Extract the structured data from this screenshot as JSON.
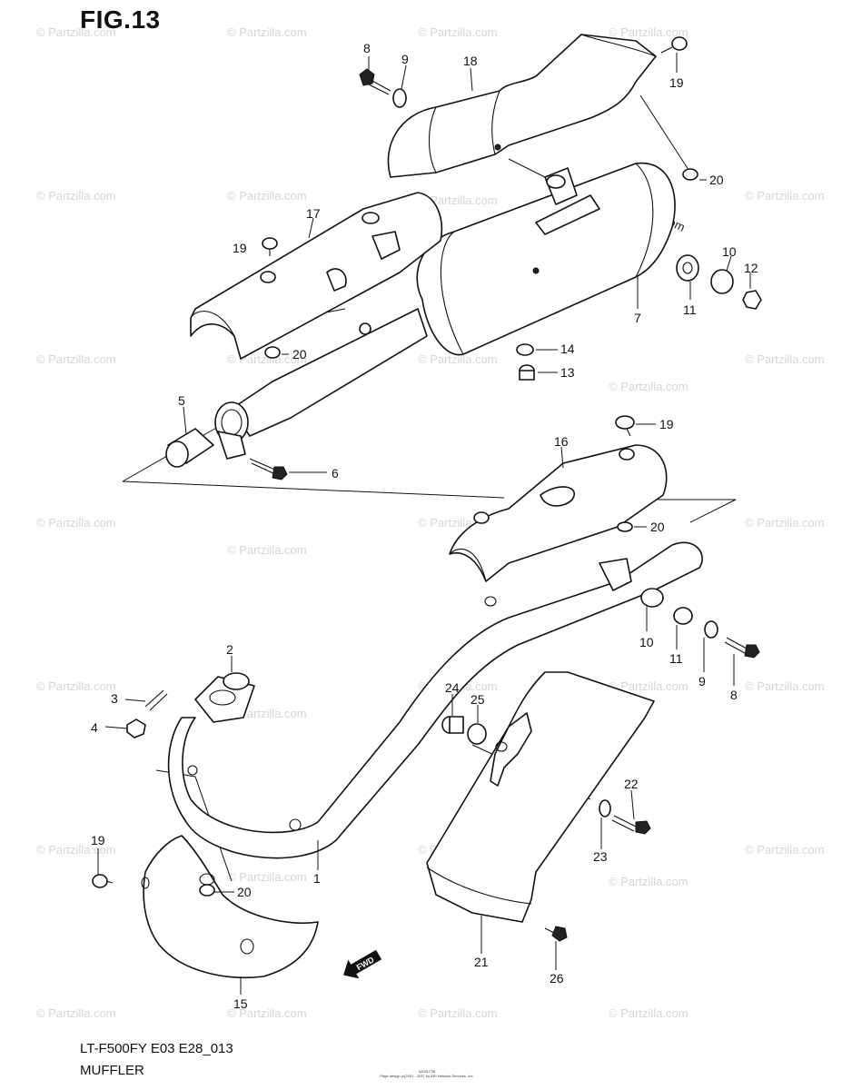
{
  "figure": {
    "title": "FIG.13",
    "model_code": "LT-F500FY E03 E28_013",
    "part_name": "MUFFLER",
    "fine_print": [
      "020517TB",
      "Page design (c)2001 - 2017 by ARI Network Services, Inc."
    ]
  },
  "watermark": {
    "text": "© Partzilla.com",
    "color": "#cfd6dc"
  },
  "callouts": {
    "p8a": "8",
    "p9a": "9",
    "p18": "18",
    "p19a": "19",
    "p20a": "20",
    "p17": "17",
    "p19b": "19",
    "p10a": "10",
    "p12": "12",
    "p11a": "11",
    "p7": "7",
    "p20b": "20",
    "p14": "14",
    "p13": "13",
    "p5": "5",
    "p6": "6",
    "p19c": "19",
    "p16": "16",
    "p20c": "20",
    "p10b": "10",
    "p11b": "11",
    "p9b": "9",
    "p8b": "8",
    "p2": "2",
    "p3": "3",
    "p4": "4",
    "p24": "24",
    "p25": "25",
    "p22": "22",
    "p23": "23",
    "p1": "1",
    "p19d": "19",
    "p20d": "20",
    "p21": "21",
    "p26": "26",
    "p15": "15"
  },
  "direction_arrow": "FWD"
}
